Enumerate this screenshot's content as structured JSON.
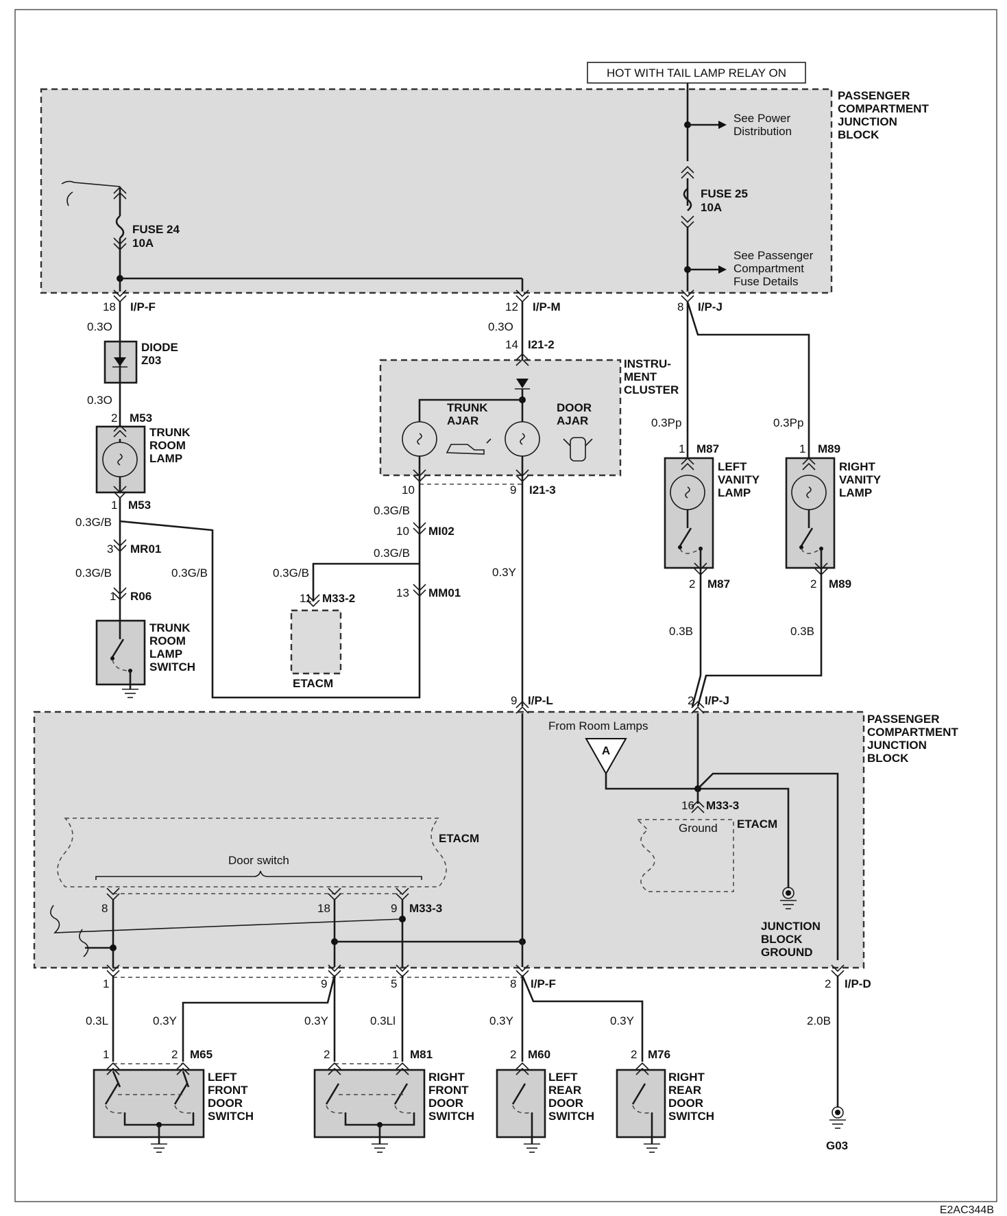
{
  "header": {
    "hot_label": "HOT WITH TAIL LAMP RELAY ON"
  },
  "top_block": {
    "title_lines": [
      "PASSENGER",
      "COMPARTMENT",
      "JUNCTION",
      "BLOCK"
    ],
    "see_power": [
      "See Power",
      "Distribution"
    ],
    "see_fuse": [
      "See Passenger",
      "Compartment",
      "Fuse Details"
    ],
    "fuse24": [
      "FUSE 24",
      "10A"
    ],
    "fuse25": [
      "FUSE 25",
      "10A"
    ]
  },
  "connectors": {
    "c18": "18",
    "ipf": "I/P-F",
    "c12": "12",
    "ipm": "I/P-M",
    "c8": "8",
    "ipj": "I/P-J",
    "c14": "14",
    "i21_2": "I21-2",
    "c2": "2",
    "m53": "M53",
    "c1": "1",
    "c3": "3",
    "mr01": "MR01",
    "r06": "R06",
    "c10": "10",
    "c9": "9",
    "i21_3": "I21-3",
    "mi02": "MI02",
    "c11": "11",
    "m33_2": "M33-2",
    "c13": "13",
    "mm01": "MM01",
    "m87": "M87",
    "m89": "M89",
    "ipl": "I/P-L",
    "c16": "16",
    "m33_3": "M33-3",
    "ipd": "I/P-D",
    "m65": "M65",
    "m81": "M81",
    "m60": "M60",
    "m76": "M76",
    "c5": "5"
  },
  "wires": {
    "o03": "0.3O",
    "gb": "0.3G/B",
    "y": "0.3Y",
    "pp": "0.3Pp",
    "b": "0.3B",
    "l": "0.3L",
    "li": "0.3Ll",
    "b20": "2.0B"
  },
  "components": {
    "diode": [
      "DIODE",
      "Z03"
    ],
    "trunk_lamp": [
      "TRUNK",
      "ROOM",
      "LAMP"
    ],
    "trunk_switch": [
      "TRUNK",
      "ROOM",
      "LAMP",
      "SWITCH"
    ],
    "cluster": [
      "INSTRU-",
      "MENT",
      "CLUSTER"
    ],
    "trunk_ajar": [
      "TRUNK",
      "AJAR"
    ],
    "door_ajar": [
      "DOOR",
      "AJAR"
    ],
    "etacm": "ETACM",
    "left_vanity": [
      "LEFT",
      "VANITY",
      "LAMP"
    ],
    "right_vanity": [
      "RIGHT",
      "VANITY",
      "LAMP"
    ],
    "from_room": "From Room Lamps",
    "marker_a": "A",
    "ground_lbl": "Ground",
    "door_switch": "Door switch",
    "jb_ground": [
      "JUNCTION",
      "BLOCK",
      "GROUND"
    ],
    "lf_door": [
      "LEFT",
      "FRONT",
      "DOOR",
      "SWITCH"
    ],
    "rf_door": [
      "RIGHT",
      "FRONT",
      "DOOR",
      "SWITCH"
    ],
    "lr_door": [
      "LEFT",
      "REAR",
      "DOOR",
      "SWITCH"
    ],
    "rr_door": [
      "RIGHT",
      "REAR",
      "DOOR",
      "SWITCH"
    ],
    "g03": "G03"
  },
  "footer": {
    "code": "E2AC344B"
  }
}
